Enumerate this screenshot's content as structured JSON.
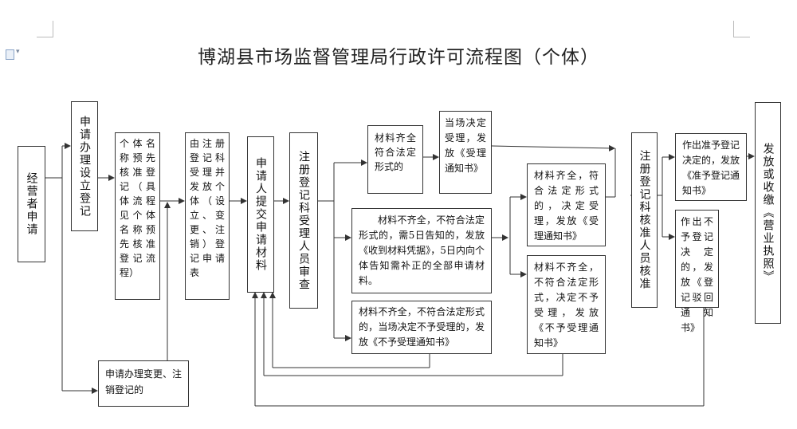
{
  "title": "博湖县市场监督管理局行政许可流程图（个体）",
  "colors": {
    "line": "#333333",
    "title": "#222222"
  },
  "icons": [
    "document-icon",
    "chevron-down-icon"
  ],
  "boxes": {
    "applicant": "经营者申请",
    "apply_setup": "申请办理设立登记",
    "name_approval": "个体名称预先核准登记（具体流程见个体名称预先核准登记流程）",
    "receive_form": "由注册登记科受理并发放个体（设立、变更、注销）登记申请表",
    "submit_materials": "申请人提交申请材料",
    "clerk_review": "注册登记科受理人员审查",
    "complete_legal": "材料齐全符合法定形式的",
    "accept_on_spot": "当场决定受理，发放《受理通知书》",
    "incomplete_notify": "材料不齐全，不符合法定形式的，需5日告知的，发放《收到材料凭据》，5日内向个体告知需补正的全部申请材料。",
    "incomplete_reject": "材料不齐全，不符合法定形式的，当场决定不予受理的，发放《不予受理通知书》",
    "later_accept": "材料齐全，符合法定形式的，决定受理，发放《受理通知书》",
    "later_reject": "材料不齐全，不符合法定形式，决定不予受理，发放《不予受理通知书》",
    "approval_staff": "注册登记科核准人员核准",
    "grant_registration": "作出准予登记决定的，发放《准予登记通知书》",
    "reject_registration": "作出不予登记决定的，发放《登记驳回通知书》",
    "issue_license": "发放或收缴《营业执照》",
    "apply_change": "申请办理变更、注销登记的"
  }
}
